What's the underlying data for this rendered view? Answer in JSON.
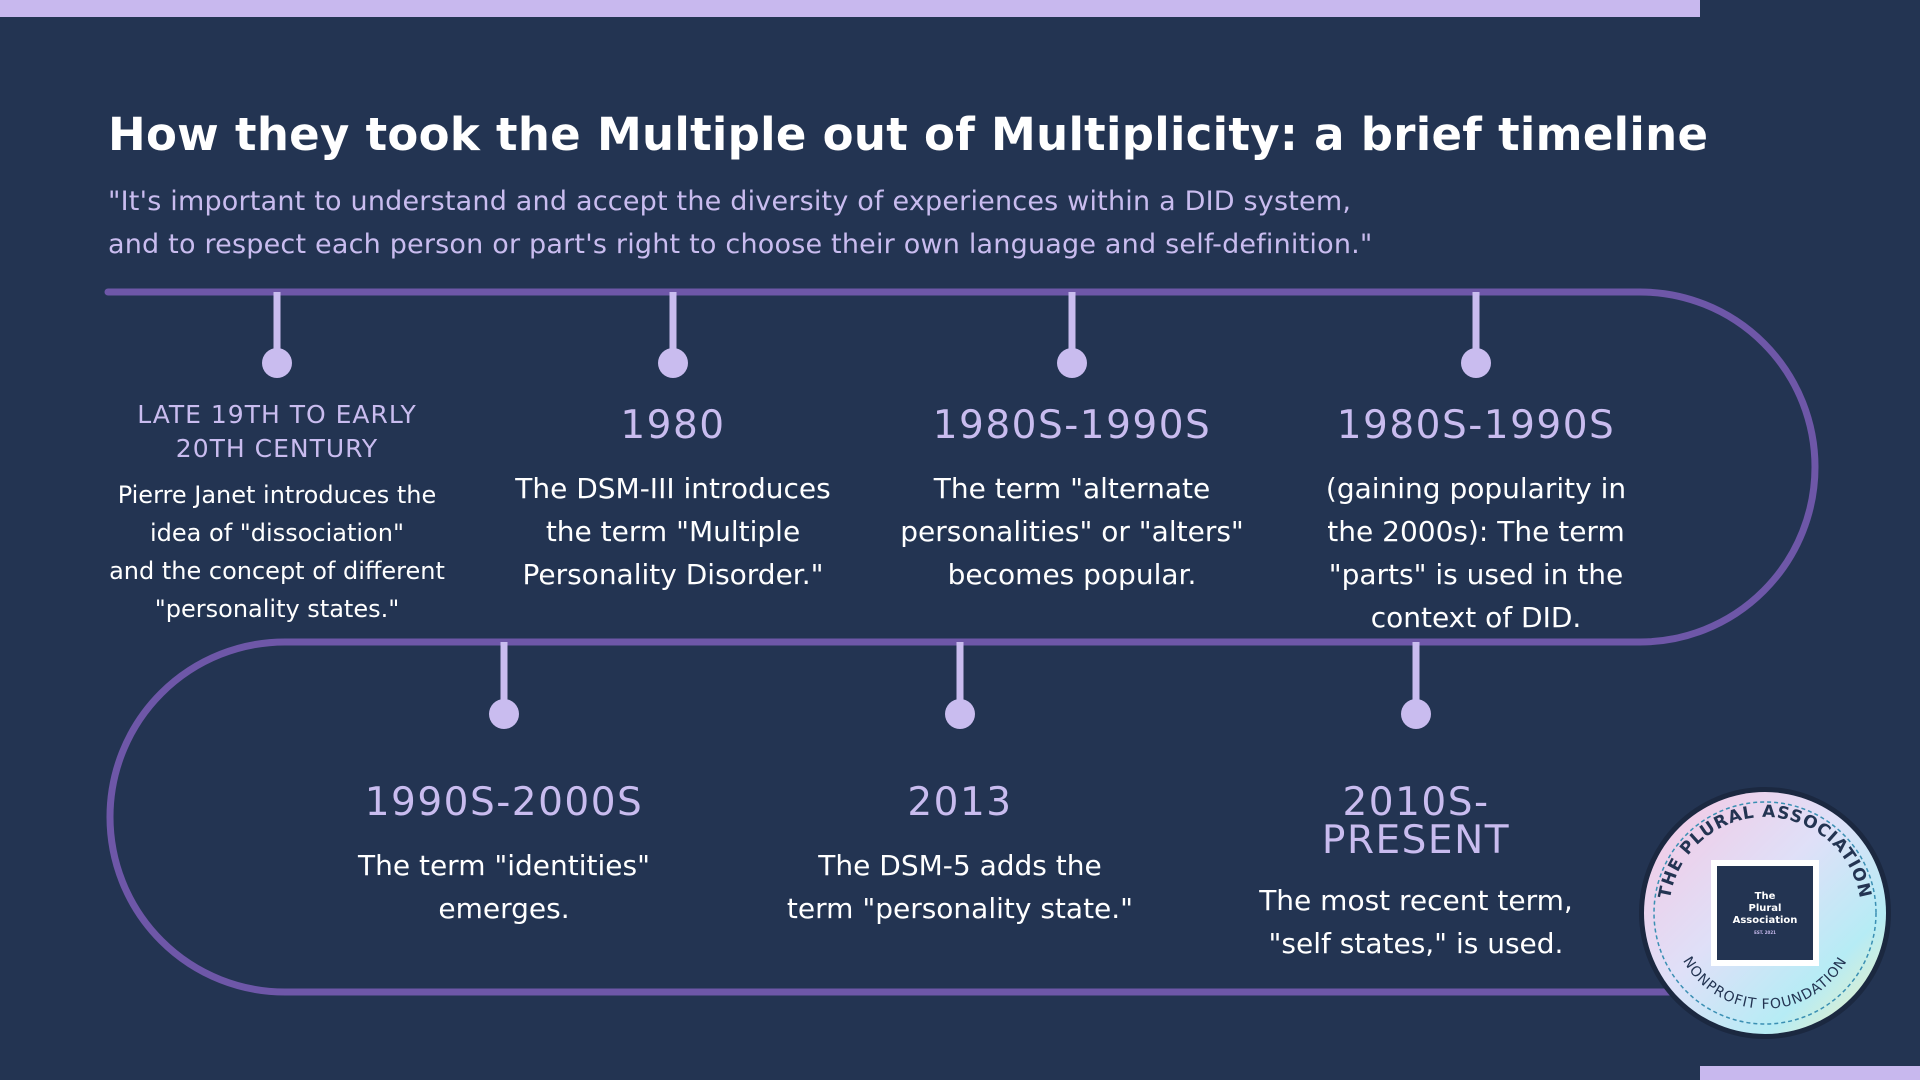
{
  "header": {
    "title": "How they took the Multiple out of Multiplicity: a brief timeline",
    "quote_line1": "\"It's important to understand and accept the diversity of experiences within a DID system,",
    "quote_line2": "and to respect each person or part's right to choose their own language and self-definition.\""
  },
  "timeline": {
    "events": [
      {
        "date_lines": [
          "LATE 19TH TO EARLY",
          "20TH CENTURY"
        ],
        "desc_lines": [
          "Pierre Janet introduces the",
          "idea of \"dissociation\"",
          "and the concept of different",
          "\"personality states.\""
        ]
      },
      {
        "date_lines": [
          "1980"
        ],
        "desc_lines": [
          "The DSM-III introduces",
          "the term \"Multiple",
          "Personality Disorder.\""
        ]
      },
      {
        "date_lines": [
          "1980S-1990S"
        ],
        "desc_lines": [
          "The term \"alternate",
          "personalities\" or \"alters\"",
          "becomes popular."
        ]
      },
      {
        "date_lines": [
          "1980S-1990S"
        ],
        "desc_lines": [
          "(gaining popularity in",
          "the 2000s): The term",
          "\"parts\" is used in the",
          "context of DID."
        ]
      },
      {
        "date_lines": [
          "1990S-2000S"
        ],
        "desc_lines": [
          "The term \"identities\"",
          "emerges."
        ]
      },
      {
        "date_lines": [
          "2013"
        ],
        "desc_lines": [
          "The DSM-5 adds the",
          "term \"personality state.\""
        ]
      },
      {
        "date_lines": [
          "2010S-",
          "PRESENT"
        ],
        "desc_lines": [
          "The most recent term,",
          "\"self states,\" is used."
        ]
      }
    ]
  },
  "logo": {
    "ring_top": "THE PLURAL ASSOCIATION",
    "ring_bottom": "NONPROFIT FOUNDATION",
    "inner_line1": "The",
    "inner_line2": "Plural",
    "inner_line3": "Association",
    "inner_sub": "EST. 2021"
  },
  "colors": {
    "background": "#233452",
    "track": "#6e57a8",
    "accent": "#c9bcef",
    "text": "#ffffff"
  }
}
